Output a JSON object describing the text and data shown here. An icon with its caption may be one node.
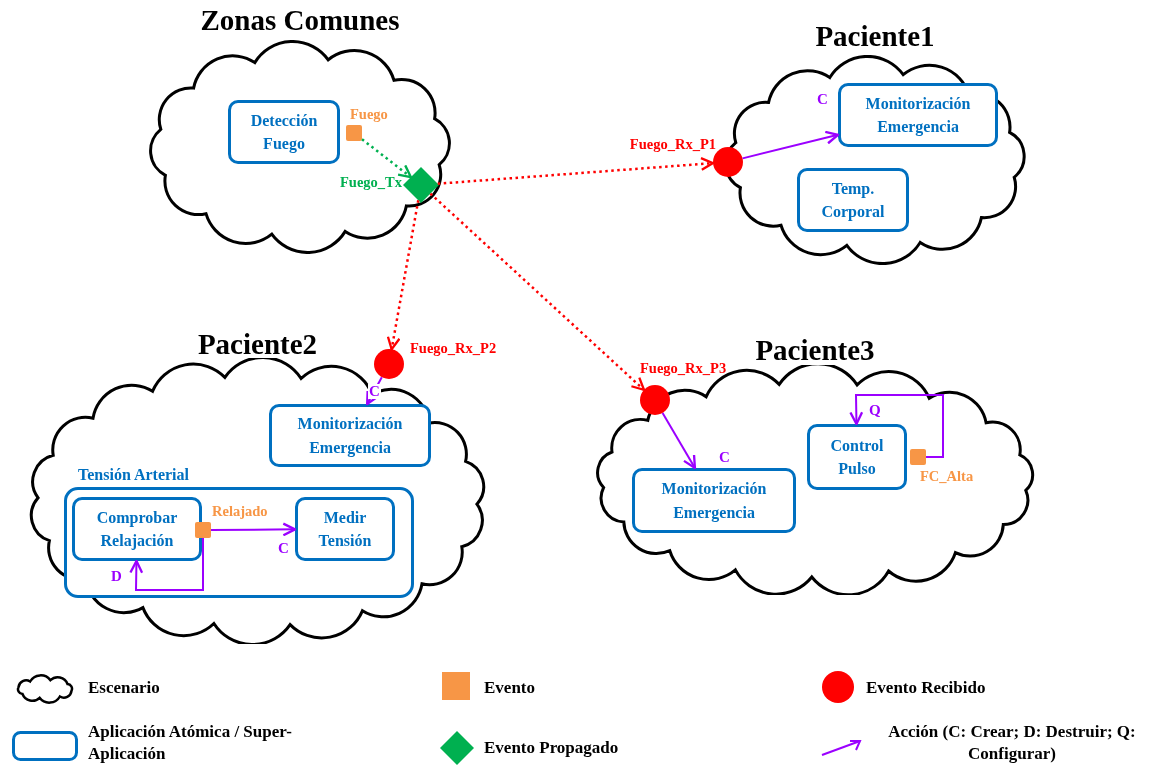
{
  "diagram": {
    "nodes": [
      {
        "text": [
          "Zonas Comunes"
        ]
      },
      {
        "text": [
          "Detección Fuego"
        ],
        "in": 0
      },
      {
        "text": [],
        "shape": "box",
        "in": 0,
        "beside": [
          "Fuego"
        ]
      },
      {
        "text": [],
        "shape": "diamond",
        "in": 0,
        "beside": [
          "Fuego_Tx"
        ]
      },
      {
        "text": [
          "Paciente1"
        ]
      },
      {
        "text": [],
        "shape": "circle",
        "beside": [
          "Fuego_Rx_P1"
        ]
      },
      {
        "text": [
          "Monitorización Emergencia"
        ],
        "in": 4
      },
      {
        "text": [
          "Temp. Corporal"
        ],
        "in": 4
      },
      {
        "text": [
          "Paciente2"
        ]
      },
      {
        "text": [],
        "shape": "circle",
        "beside": [
          "Fuego_Rx_P2"
        ]
      },
      {
        "text": [
          "Monitorización Emergencia"
        ],
        "in": 8
      },
      {
        "text": [
          "Tensión Arterial"
        ],
        "in": 8
      },
      {
        "text": [
          "Comprobar Relajación"
        ],
        "in": 11
      },
      {
        "text": [],
        "shape": "box",
        "in": 11,
        "beside": [
          "Relajado"
        ]
      },
      {
        "text": [
          "Medir Tensión"
        ],
        "in": 11
      },
      {
        "text": [
          "Paciente3"
        ]
      },
      {
        "text": [],
        "shape": "circle",
        "beside": [
          "Fuego_Rx_P3"
        ]
      },
      {
        "text": [
          "Monitorización Emergencia"
        ],
        "in": 15
      },
      {
        "text": [
          "Control Pulso"
        ],
        "in": 15
      },
      {
        "text": [],
        "shape": "box",
        "in": 15,
        "beside": [
          "FC_Alta"
        ]
      }
    ],
    "edges": [
      {
        "from": 2,
        "to": 3,
        "arrow": "to",
        "style": "dashed",
        "color": "#00b050"
      },
      {
        "from": 3,
        "to": 5,
        "arrow": "to",
        "style": "dashed",
        "color": "#ff0000"
      },
      {
        "from": 3,
        "to": 9,
        "arrow": "to",
        "style": "dashed",
        "color": "#ff0000"
      },
      {
        "from": 3,
        "to": 16,
        "arrow": "to",
        "style": "dashed",
        "color": "#ff0000"
      },
      {
        "from": 5,
        "to": 6,
        "arrow": "to",
        "label": "C"
      },
      {
        "from": 9,
        "to": 10,
        "arrow": "to",
        "label": "C"
      },
      {
        "from": 13,
        "to": 14,
        "arrow": "to",
        "label": "C"
      },
      {
        "from": 13,
        "to": 12,
        "arrow": "to",
        "label": "D"
      },
      {
        "from": 16,
        "to": 17,
        "arrow": "to",
        "label": "C"
      },
      {
        "from": 19,
        "to": 18,
        "arrow": "to",
        "label": "Q"
      }
    ],
    "legend": [
      {
        "text": "Escenario"
      },
      {
        "text": "Evento",
        "color": "#f79646"
      },
      {
        "text": "Evento Recibido"
      },
      {
        "text": "Aplicación Atómica / Super-Aplicación"
      },
      {
        "text": "Evento Propagado"
      },
      {
        "text": "Acción (C: Crear; D: Destruir; Q: Configurar)"
      }
    ]
  }
}
